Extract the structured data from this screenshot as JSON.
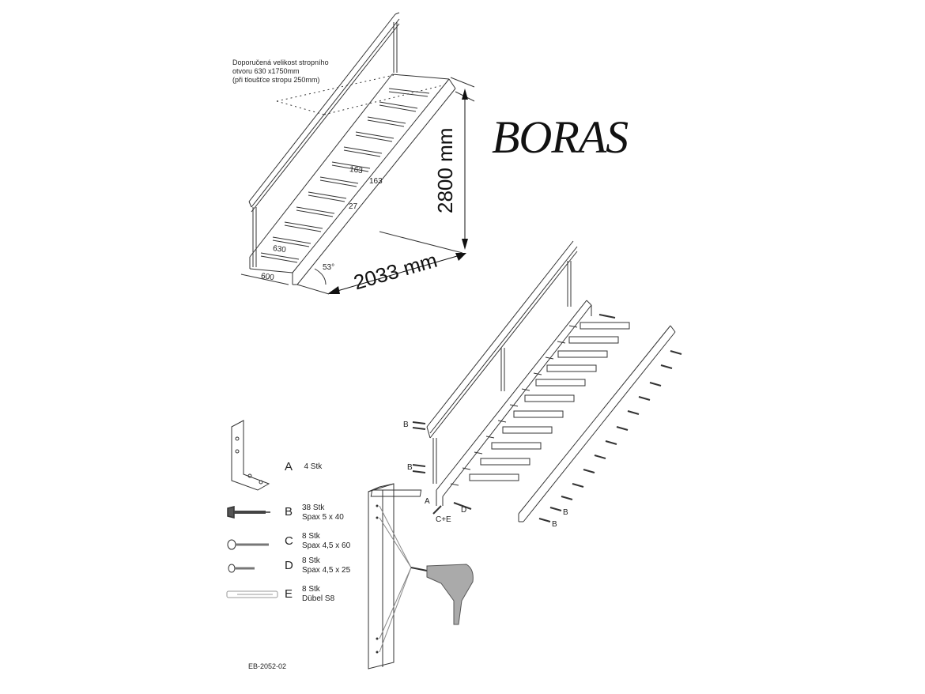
{
  "title": "BORAS",
  "ceiling_note": {
    "line1": "Doporučená velikost stropního",
    "line2": "otvoru 630 x1750mm",
    "line3": "(při tloušťce stropu 250mm)"
  },
  "dimensions": {
    "height": "2800 mm",
    "length": "2033 mm",
    "tread_depth_1": "163",
    "tread_depth_2": "163",
    "tread_thickness": "27",
    "tread_width": "630",
    "stair_width": "600",
    "angle": "53°"
  },
  "parts": [
    {
      "letter": "A",
      "qty": "4 Stk",
      "spec": ""
    },
    {
      "letter": "B",
      "qty": "38 Stk",
      "spec": "Spax 5 x 40"
    },
    {
      "letter": "C",
      "qty": "8 Stk",
      "spec": "Spax 4,5 x 60"
    },
    {
      "letter": "D",
      "qty": "8 Stk",
      "spec": "Spax 4,5 x 25"
    },
    {
      "letter": "E",
      "qty": "8 Stk",
      "spec": "Dübel S8"
    }
  ],
  "assembly_labels": {
    "b_top": "B",
    "b_mid": "B",
    "a": "A",
    "ce": "C+E",
    "d": "D",
    "b_right_1": "B",
    "b_right_2": "B"
  },
  "doc_code": "EB-2052-02"
}
